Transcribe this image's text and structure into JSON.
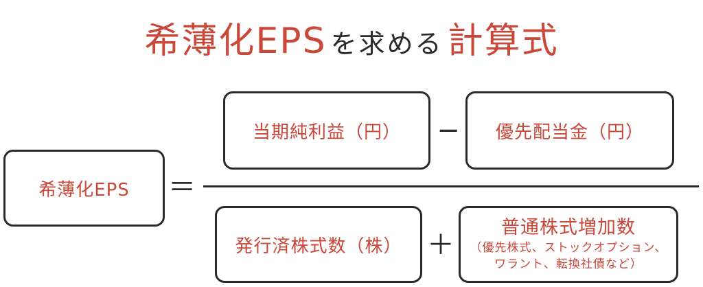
{
  "title": {
    "part1": "希薄化EPS",
    "part2": "を求める",
    "part3": "計算式"
  },
  "formula": {
    "lhs": "希薄化EPS",
    "equals": "＝",
    "numerator": {
      "left": "当期純利益（円）",
      "operator": "−",
      "right": "優先配当金（円）"
    },
    "denominator": {
      "left": "発行済株式数（株）",
      "operator": "＋",
      "right_main": "普通株式増加数",
      "right_note_line1": "（優先株式、ストックオプション、",
      "right_note_line2": "ワラント、転換社債など）"
    }
  },
  "colors": {
    "accent_red": "#c9483a",
    "text_dark": "#2a2a2a",
    "background": "#ffffff"
  }
}
